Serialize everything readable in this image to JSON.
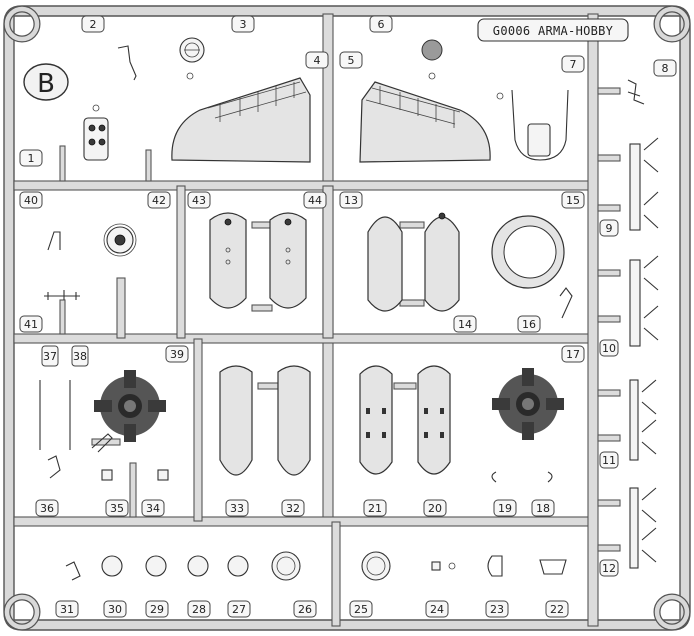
{
  "sprue": {
    "code": "G0006 ARMA-HOBBY",
    "letter": "B",
    "parts": [
      "1",
      "2",
      "3",
      "4",
      "5",
      "6",
      "7",
      "8",
      "9",
      "10",
      "11",
      "12",
      "13",
      "14",
      "15",
      "16",
      "17",
      "18",
      "19",
      "20",
      "21",
      "22",
      "23",
      "24",
      "25",
      "26",
      "27",
      "28",
      "29",
      "30",
      "31",
      "32",
      "33",
      "34",
      "35",
      "36",
      "37",
      "38",
      "39",
      "40",
      "41",
      "42",
      "43",
      "44"
    ]
  }
}
